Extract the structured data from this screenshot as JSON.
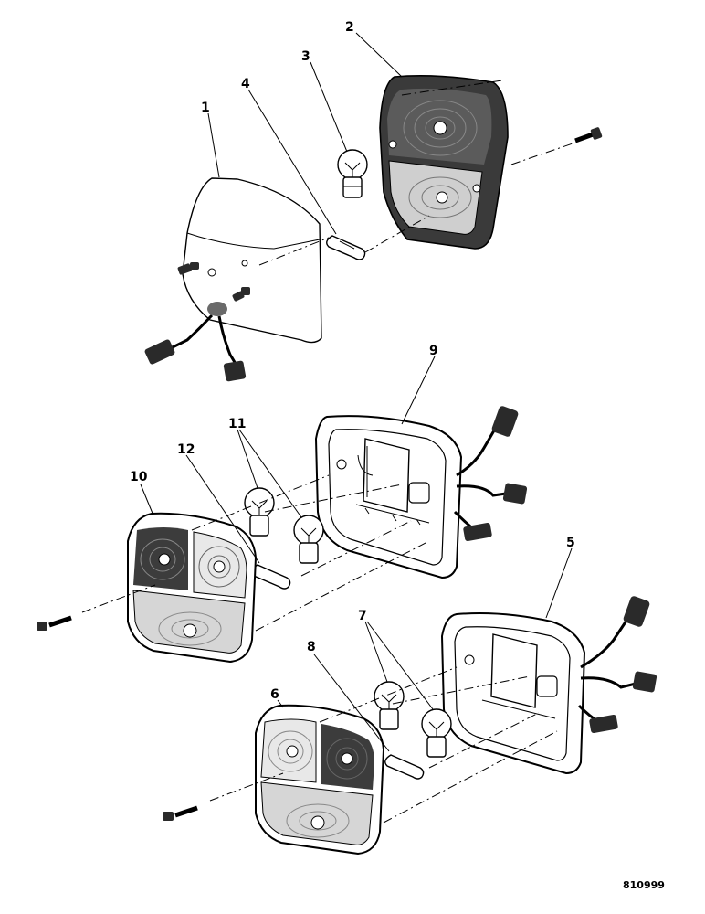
{
  "diagram": {
    "reference_number": "810999",
    "callouts": [
      "1",
      "2",
      "3",
      "4",
      "5",
      "6",
      "7",
      "8",
      "9",
      "10",
      "11",
      "12"
    ]
  }
}
